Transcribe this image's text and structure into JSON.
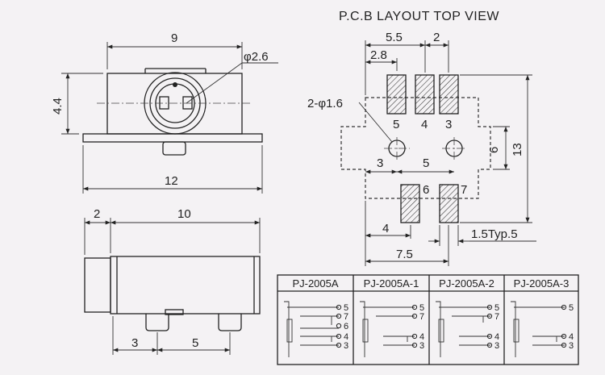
{
  "title": "P.C.B LAYOUT  TOP VIEW",
  "top_view": {
    "width": "9",
    "hole": "φ2.6",
    "height": "4.4",
    "base": "12"
  },
  "side_view": {
    "offset": "2",
    "length": "10",
    "pin_a": "3",
    "pin_b": "5"
  },
  "pcb": {
    "d_5_5": "5.5",
    "d_2": "2",
    "d_2_8": "2.8",
    "holes": "2-φ1.6",
    "pad5": "5",
    "pad4": "4",
    "pad3": "3",
    "pad6": "6",
    "pad7": "7",
    "d_3": "3",
    "d_5": "5",
    "d_6": "6",
    "d_13": "13",
    "d_4": "4",
    "d_7_5": "7.5",
    "d_typ": "1.5Typ.5"
  },
  "table": {
    "headers": [
      "PJ-2005A",
      "PJ-2005A-1",
      "PJ-2005A-2",
      "PJ-2005A-3"
    ],
    "pins": [
      [
        "5",
        "7",
        "6",
        "4",
        "3"
      ],
      [
        "5",
        "7",
        "4",
        "3"
      ],
      [
        "5",
        "7",
        "4",
        "3"
      ],
      [
        "5",
        "4",
        "3"
      ]
    ]
  }
}
